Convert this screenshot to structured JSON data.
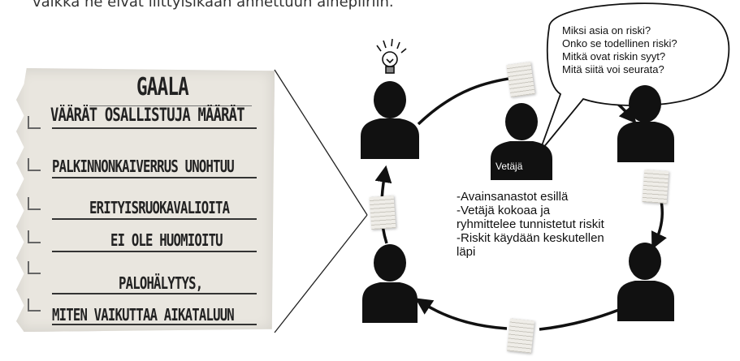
{
  "header": {
    "text": "vaikka ne eivät liittyisikään annettuun aihepiiriin."
  },
  "note": {
    "title": "GAALA",
    "items": [
      "VÄÄRÄT OSALLISTUJA MÄÄRÄT",
      "PALKINNONKAIVERRUS UNOHTUU",
      "ERITYISRUOKAVALIOITA",
      "EI OLE HUOMIOITU",
      "PALOHÄLYTYS,",
      "MITEN VAIKUTTAA AIKATALUUN"
    ]
  },
  "speech": {
    "lines": [
      "Miksi asia on riski?",
      "Onko se todellinen riski?",
      "Mitkä ovat riskin syyt?",
      "Mitä siitä voi seurata?"
    ]
  },
  "leader": {
    "label": "Vetäjä"
  },
  "info": {
    "lines": [
      "-Avainsanastot esillä",
      "-Vetäjä kokoaa ja",
      "ryhmittelee tunnistetut riskit",
      "-Riskit käydään keskutellen",
      "läpi"
    ]
  },
  "colors": {
    "person": "#111111",
    "note_bg": "#e9e6df",
    "paper": "#efede8"
  }
}
